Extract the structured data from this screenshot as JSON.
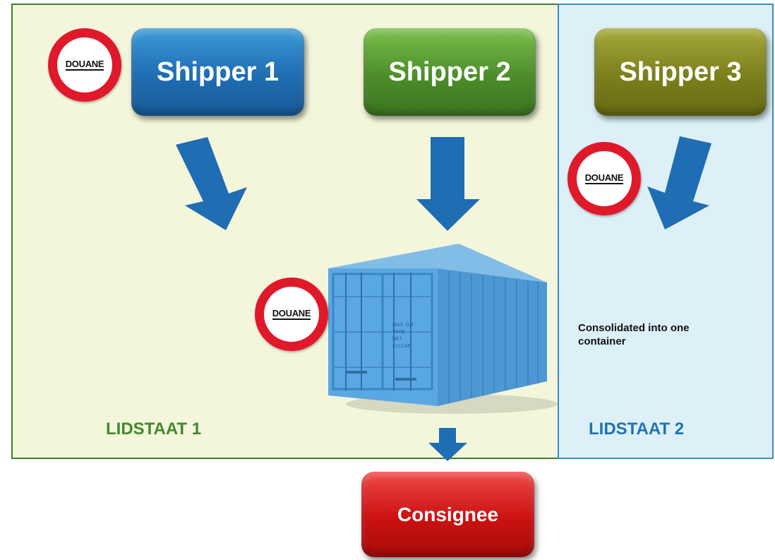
{
  "regions": {
    "member_state_1": {
      "label": "LIDSTAAT 1"
    },
    "member_state_2": {
      "label": "LIDSTAAT 2"
    }
  },
  "boxes": {
    "shipper_1": "Shipper 1",
    "shipper_2": "Shipper 2",
    "shipper_3": "Shipper 3",
    "consignee": "Consignee"
  },
  "customs_badge": {
    "label": "DOUANE"
  },
  "container": {
    "annotation": "Consolidated into one container",
    "door_text": [
      "MAX. GR",
      "TARE",
      "NET",
      "CU.CAP"
    ]
  },
  "colors": {
    "region_1_fill": "#f4f6dc",
    "region_1_border": "#3f7d2a",
    "region_2_fill": "#ddf0f8",
    "region_2_border": "#3d8cc4",
    "arrow": "#1f6db2",
    "shipper_1": "#1f6db2",
    "shipper_2": "#4c8d2a",
    "shipper_3": "#7c7f1c",
    "consignee": "#cc1111",
    "customs_ring": "#e0192a"
  }
}
